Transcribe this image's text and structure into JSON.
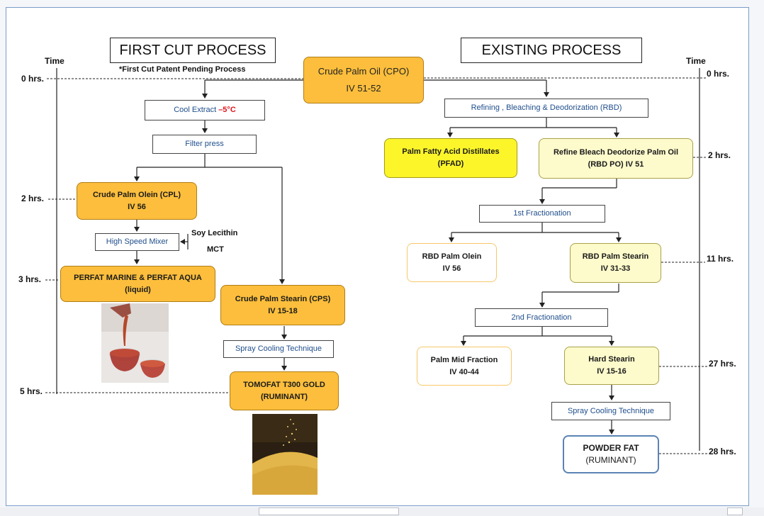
{
  "titles": {
    "first_cut": "FIRST CUT PROCESS",
    "existing": "EXISTING PROCESS",
    "patent_note": "*First Cut Patent Pending Process"
  },
  "time": {
    "left_label": "Time",
    "right_label": "Time",
    "left_marks": [
      "0 hrs.",
      "2 hrs.",
      "3 hrs.",
      "5 hrs."
    ],
    "right_marks": [
      "0 hrs.",
      "2 hrs.",
      "11 hrs.",
      "27 hrs.",
      "28 hrs."
    ]
  },
  "center": {
    "cpo_line1": "Crude Palm Oil (CPO)",
    "cpo_line2": "IV 51-52"
  },
  "first_cut": {
    "cool_extract": "Cool Extract ",
    "cool_temp": "–5°C",
    "filter_press": "Filter press",
    "cpl_line1": "Crude Palm Olein (CPL)",
    "cpl_line2": "IV 56",
    "high_speed_mixer": "High Speed Mixer",
    "soy_lecithin": "Soy Lecithin",
    "mct": "MCT",
    "perfat_line1": "PERFAT MARINE & PERFAT AQUA",
    "perfat_line2": "(liquid)",
    "cps_line1": "Crude Palm Stearin (CPS)",
    "cps_line2": "IV 15-18",
    "spray_cooling": "Spray Cooling Technique",
    "tomofat_line1": "TOMOFAT T300 GOLD",
    "tomofat_line2": "(RUMINANT)"
  },
  "existing": {
    "rbd": "Refining , Bleaching & Deodorization (RBD)",
    "pfad_line1": "Palm Fatty Acid Distillates",
    "pfad_line2": "(PFAD)",
    "rbdpo_line1": "Refine Bleach Deodorize Palm Oil",
    "rbdpo_line2": "(RBD PO) IV 51",
    "fraction1": "1st Fractionation",
    "olein_line1": "RBD Palm Olein",
    "olein_line2": "IV 56",
    "stearin_line1": "RBD Palm Stearin",
    "stearin_line2": "IV 31-33",
    "fraction2": "2nd Fractionation",
    "midfrac_line1": "Palm Mid Fraction",
    "midfrac_line2": "IV 40-44",
    "hard_line1": "Hard Stearin",
    "hard_line2": "IV 15-16",
    "spray_cooling": "Spray Cooling Technique",
    "powder_line1": "POWDER FAT",
    "powder_line2": "(RUMINANT)"
  },
  "colors": {
    "orange": "#fcbe3c",
    "yellow": "#fcf52a",
    "pale_yellow": "#fdfacb",
    "step_text": "#1f4e8c",
    "accent_red": "#e0141c",
    "frame_blue": "#7a9cc8"
  }
}
